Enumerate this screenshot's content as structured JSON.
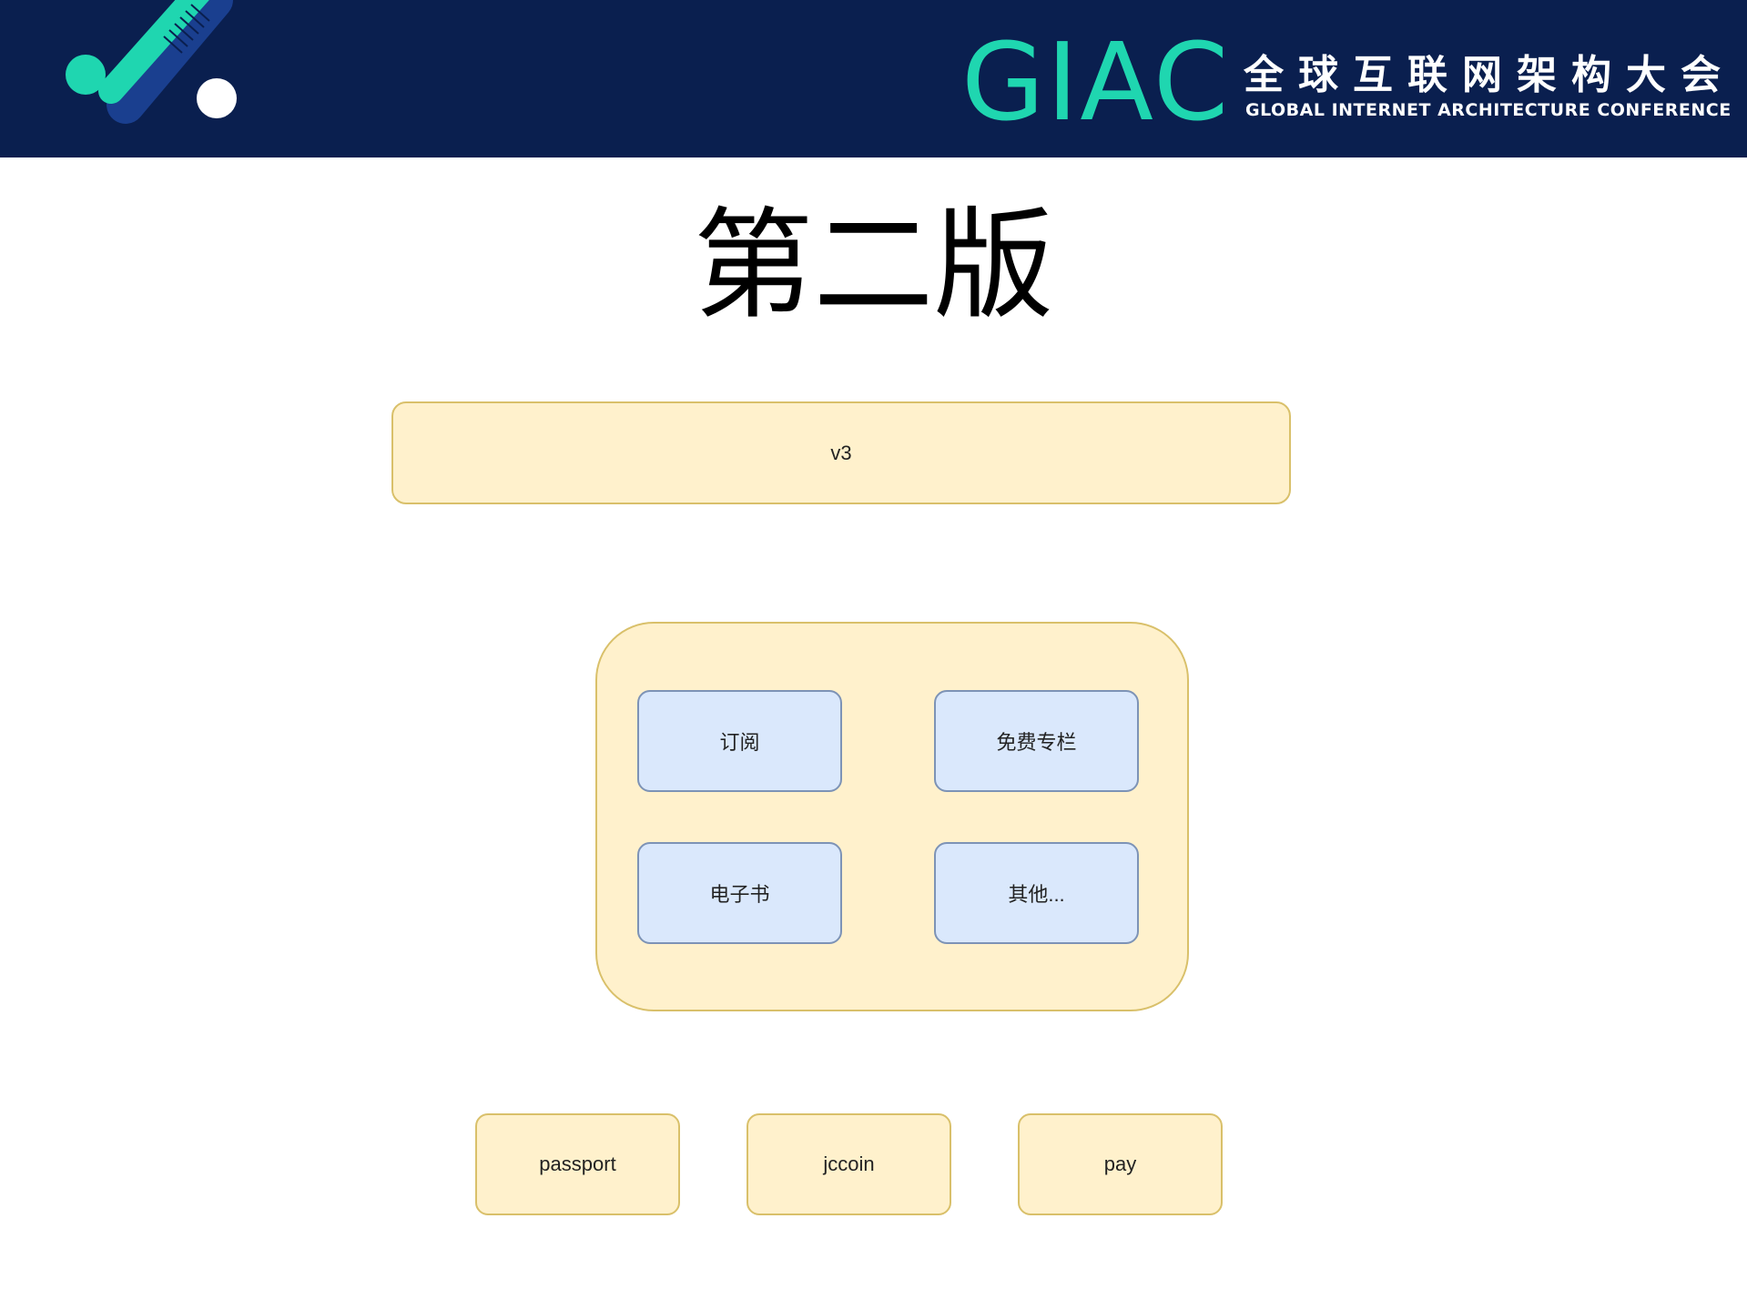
{
  "header": {
    "brand": "GIAC",
    "conference_cn": "全球互联网架构大会",
    "conference_en": "GLOBAL INTERNET ARCHITECTURE CONFERENCE",
    "colors": {
      "band": "#0a1f4f",
      "accent": "#1fd6b0",
      "text": "#ffffff"
    }
  },
  "slide": {
    "title": "第二版"
  },
  "diagram": {
    "top_layer": {
      "label": "v3"
    },
    "modules": [
      {
        "label": "订阅"
      },
      {
        "label": "免费专栏"
      },
      {
        "label": "电子书"
      },
      {
        "label": "其他..."
      }
    ],
    "services": [
      {
        "label": "passport"
      },
      {
        "label": "jccoin"
      },
      {
        "label": "pay"
      }
    ],
    "colors": {
      "yellow_fill": "#fff1cc",
      "yellow_border": "#d9c06a",
      "blue_fill": "#dae8fc",
      "blue_border": "#7d93b6"
    }
  }
}
